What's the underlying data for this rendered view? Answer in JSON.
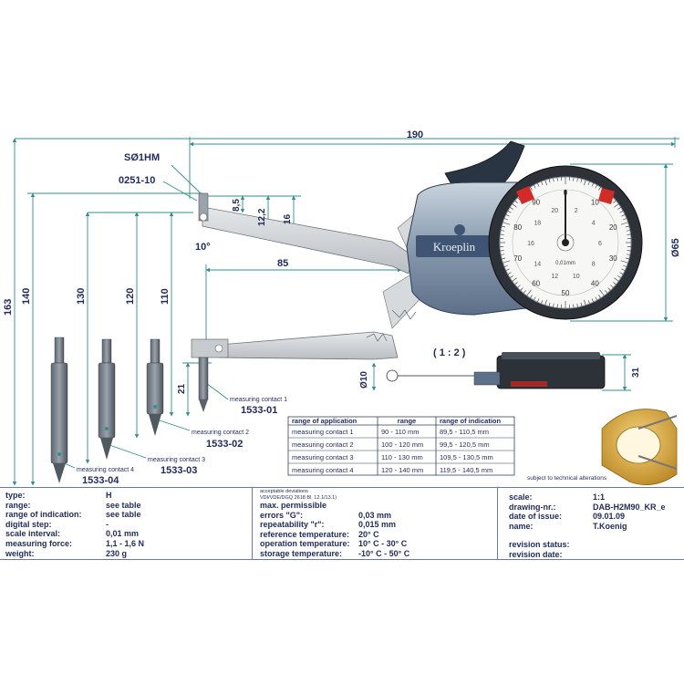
{
  "dimensions": {
    "total_length": "190",
    "ball_tip": "SØ1HM",
    "tip_part": "0251-10",
    "d_8_5": "8,5",
    "d_12_2": "12,2",
    "d_16": "16",
    "angle": "10°",
    "reach": "85",
    "height_163": "163",
    "height_140": "140",
    "height_130": "130",
    "height_120": "120",
    "height_110": "110",
    "height_21": "21",
    "dial_dia": "Ø65",
    "shaft_dia": "Ø10",
    "depth_31": "31",
    "scale_view": "( 1 : 2 )"
  },
  "brand": "Kroeplin",
  "dial": {
    "top_label": "0,01mm",
    "numbers": [
      "0",
      "10",
      "20",
      "30",
      "40",
      "50",
      "60",
      "70",
      "80",
      "90",
      "2",
      "4",
      "6",
      "8",
      "10",
      "12",
      "14",
      "16",
      "18",
      "20"
    ]
  },
  "contacts": [
    {
      "caption": "measuring contact 1",
      "part": "1533-01"
    },
    {
      "caption": "measuring contact 2",
      "part": "1533-02"
    },
    {
      "caption": "measuring contact 3",
      "part": "1533-03"
    },
    {
      "caption": "measuring contact 4",
      "part": "1533-04"
    }
  ],
  "range_table": {
    "headers": [
      "range of application",
      "range",
      "range of indication"
    ],
    "rows": [
      [
        "measuring contact 1",
        "90 - 110 mm",
        "89,5 - 110,5 mm"
      ],
      [
        "measuring contact 2",
        "100 - 120 mm",
        "99,5 - 120,5 mm"
      ],
      [
        "measuring contact 3",
        "110 - 130 mm",
        "109,5 - 130,5 mm"
      ],
      [
        "measuring contact 4",
        "120 - 140 mm",
        "119,5 - 140,5 mm"
      ]
    ]
  },
  "note": "subject to technical alterations",
  "specs": [
    {
      "label": "type:",
      "value": "H"
    },
    {
      "label": "range:",
      "value": "see table"
    },
    {
      "label": "range of indication:",
      "value": "see table"
    },
    {
      "label": "digital step:",
      "value": "-"
    },
    {
      "label": "scale interval:",
      "value": "0,01 mm"
    },
    {
      "label": "measuring force:",
      "value": "1,1 - 1,6 N"
    },
    {
      "label": "weight:",
      "value": "230 g"
    }
  ],
  "deviations": {
    "heading": "acceptable deviations",
    "standard": "VDI/VDE/DGQ 2618 Bl. 12.1/13.1)",
    "title": "max. permissible",
    "rows": [
      {
        "label": "errors \"G\":",
        "value": "0,03 mm"
      },
      {
        "label": "repeatability \"r\":",
        "value": "0,015 mm"
      },
      {
        "label": "reference temperature:",
        "value": "20° C"
      },
      {
        "label": "operation temperature:",
        "value": "10° C - 30° C"
      },
      {
        "label": "storage temperature:",
        "value": "-10° C - 50° C"
      }
    ]
  },
  "title_block": [
    {
      "label": "scale:",
      "value": "1:1"
    },
    {
      "label": "drawing-nr.:",
      "value": "DAB-H2M90_KR_e"
    },
    {
      "label": "date of issue:",
      "value": "09.01.09"
    },
    {
      "label": "name:",
      "value": "T.Koenig"
    },
    {
      "label": "revision status:",
      "value": ""
    },
    {
      "label": "revision date:",
      "value": ""
    }
  ],
  "colors": {
    "dimension": "#1f2a5a",
    "leader": "#2f8f8f",
    "body": "#a9b7c6",
    "body_dark": "#3f5573",
    "arm": "#c9cdd1",
    "red": "#d42a25",
    "gold": "#e3b44a"
  }
}
